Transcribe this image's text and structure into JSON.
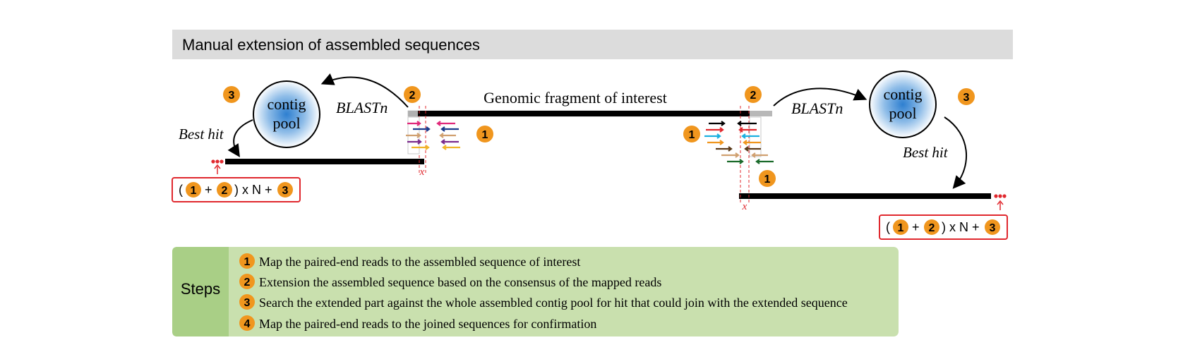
{
  "header": {
    "title": "Manual extension of assembled sequences"
  },
  "center": {
    "title": "Genomic fragment of interest"
  },
  "left": {
    "blast_label": "BLASTn",
    "best_hit_label": "Best hit",
    "pool_line1": "contig",
    "pool_line2": "pool",
    "x_label": "x",
    "formula": {
      "open": "(",
      "plus1": "+",
      "close": ") x N +",
      "n1": "1",
      "n2": "2",
      "n3": "3"
    }
  },
  "right": {
    "blast_label": "BLASTn",
    "best_hit_label": "Best hit",
    "pool_line1": "contig",
    "pool_line2": "pool",
    "x_label": "x",
    "formula": {
      "open": "(",
      "plus1": "+",
      "close": ") x N +",
      "n1": "1",
      "n2": "2",
      "n3": "3"
    }
  },
  "badges": {
    "left_2": "2",
    "left_3": "3",
    "left_1": "1",
    "right_2": "2",
    "right_3": "3",
    "right_1a": "1",
    "right_1b": "1"
  },
  "steps": {
    "label": "Steps",
    "items": [
      {
        "num": "1",
        "text": "Map the paired-end reads to the assembled sequence of interest"
      },
      {
        "num": "2",
        "text": "Extension the assembled sequence based on the consensus of the mapped reads"
      },
      {
        "num": "3",
        "text": "Search the extended part against the whole assembled contig pool for hit that could join with the extended sequence"
      },
      {
        "num": "4",
        "text": "Map the paired-end reads to the joined sequences for confirmation"
      }
    ]
  },
  "colors": {
    "badge": "#f0961e",
    "header_bg": "#dcdcdc",
    "steps_bg": "#c9e0ae",
    "steps_label_bg": "#a9cf86",
    "highlight_red": "#e0282e",
    "pool_center": "#2e7fd0"
  }
}
